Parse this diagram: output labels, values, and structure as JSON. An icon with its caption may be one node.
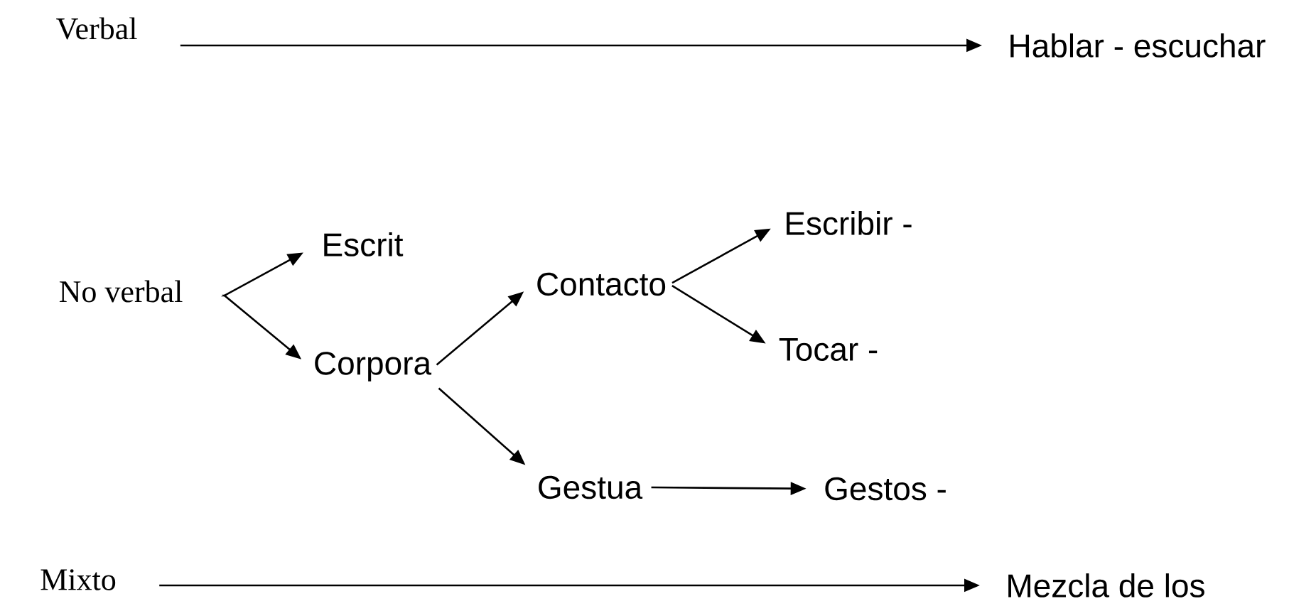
{
  "diagram": {
    "nodes": [
      {
        "text": [
          "Verbal"
        ]
      },
      {
        "text": [
          "Hablar - escuchar"
        ]
      },
      {
        "text": [
          "No verbal"
        ]
      },
      {
        "text": [
          "Escrit"
        ]
      },
      {
        "text": [
          "Corpora"
        ]
      },
      {
        "text": [
          "Contacto"
        ]
      },
      {
        "text": [
          "Gestua"
        ]
      },
      {
        "text": [
          "Escribir -"
        ]
      },
      {
        "text": [
          "Tocar -"
        ]
      },
      {
        "text": [
          "Gestos -"
        ]
      },
      {
        "text": [
          "Mixto"
        ]
      },
      {
        "text": [
          "Mezcla de los"
        ]
      }
    ],
    "edges": [
      {
        "from": 0,
        "to": 1,
        "arrow": "to"
      },
      {
        "from": 2,
        "to": 3,
        "arrow": "to"
      },
      {
        "from": 2,
        "to": 4,
        "arrow": "to"
      },
      {
        "from": 4,
        "to": 5,
        "arrow": "to"
      },
      {
        "from": 4,
        "to": 6,
        "arrow": "to"
      },
      {
        "from": 5,
        "to": 7,
        "arrow": "to"
      },
      {
        "from": 5,
        "to": 8,
        "arrow": "to"
      },
      {
        "from": 6,
        "to": 9,
        "arrow": "to"
      },
      {
        "from": 10,
        "to": 11,
        "arrow": "to"
      }
    ]
  }
}
